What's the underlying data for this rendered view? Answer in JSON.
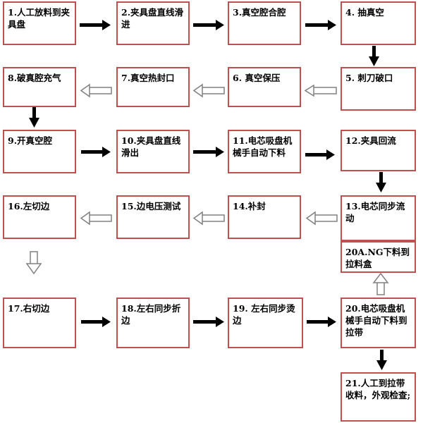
{
  "steps": {
    "s1": "1.人工放料到夹具盘",
    "s2": "2.夹具盘直线滑进",
    "s3": "3.真空腔合腔",
    "s4": "4. 抽真空",
    "s5": "5. 刺刀破口",
    "s6": "6. 真空保压",
    "s7": "7.真空热封口",
    "s8": "8.破真腔充气",
    "s9": "9.开真空腔",
    "s10": "10.夹具盘直线滑出",
    "s11": "11.电芯吸盘机械手自动下料",
    "s12": "12.夹具回流",
    "s13": "13.电芯同步流动",
    "s14": "14.补封",
    "s15": "15.边电压测试",
    "s16": "16.左切边",
    "s17": "17.右切边",
    "s18": "18.左右同步折边",
    "s19": "19. 左右同步烫边",
    "s20": "20.电芯吸盘机械手自动下料到拉带",
    "s20a": "20A.NG下料到拉料盒",
    "s21": "21.人工到拉带收料，外观检查;"
  },
  "arrow_style": {
    "solid_color": "#000000",
    "hollow_fill": "#ffffff",
    "hollow_stroke": "#808080"
  },
  "box_border_color": "#c0504d"
}
